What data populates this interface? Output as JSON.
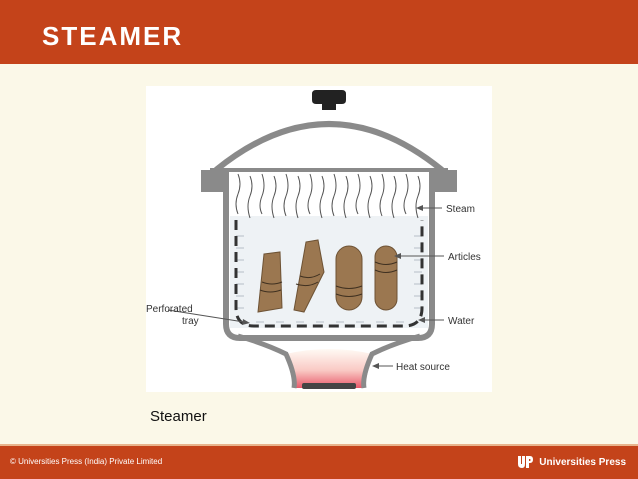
{
  "slide": {
    "title": "STEAMER",
    "caption": "Steamer"
  },
  "diagram": {
    "labels": {
      "steam": "Steam",
      "articles": "Articles",
      "perforated_tray_line1": "Perforated",
      "perforated_tray_line2": "tray",
      "water": "Water",
      "heat_source": "Heat source"
    }
  },
  "footer": {
    "copyright": "© Universities Press (India) Private Limited",
    "publisher": "Universities Press",
    "logo_icon": "universities-press-logo-icon"
  },
  "colors": {
    "title_bar": "#c4431a",
    "background": "#fbf8e8",
    "pot_gray": "#8a8a8a",
    "article_brown": "#9b7750",
    "water_fill": "#eef2f5",
    "heat_red": "#e8596a"
  }
}
